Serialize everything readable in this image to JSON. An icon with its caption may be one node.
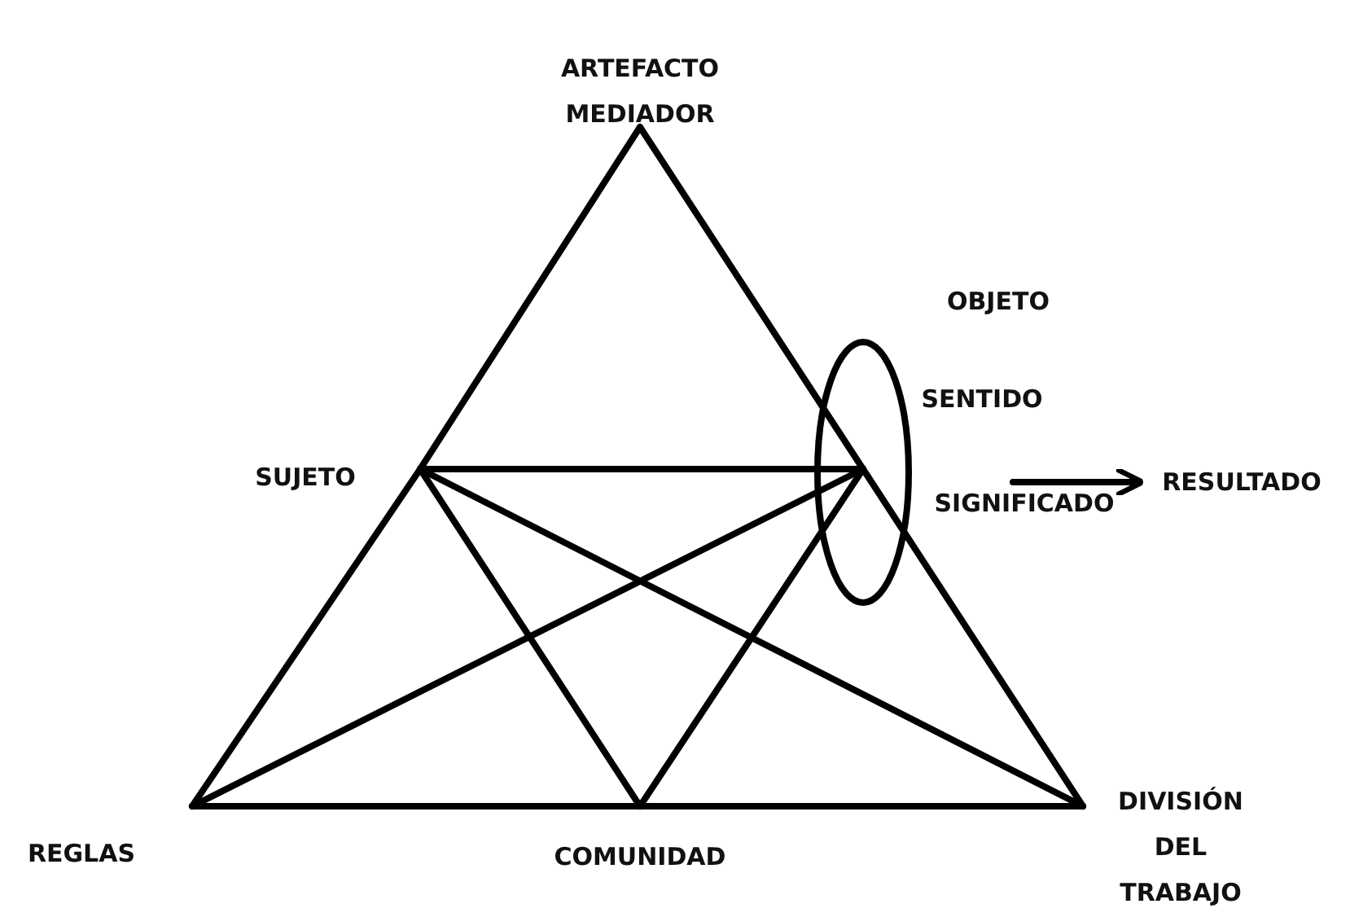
{
  "diagram": {
    "nodes": [
      {
        "text": [
          "ARTEFACTO MEDIADOR"
        ]
      },
      {
        "text": [
          "SUJETO"
        ]
      },
      {
        "text": [
          "OBJETO",
          "SENTIDO",
          "SIGNIFICADO"
        ]
      },
      {
        "text": [
          "RESULTADO"
        ]
      },
      {
        "text": [
          "REGLAS"
        ]
      },
      {
        "text": [
          "COMUNIDAD"
        ]
      },
      {
        "text": [
          "DIVISIÓN DEL TRABAJO"
        ]
      }
    ],
    "edges": [
      {
        "from": 0,
        "to": 1,
        "arrow": "none"
      },
      {
        "from": 1,
        "to": 4,
        "arrow": "none"
      },
      {
        "from": 0,
        "to": 2,
        "arrow": "none"
      },
      {
        "from": 2,
        "to": 6,
        "arrow": "none"
      },
      {
        "from": 4,
        "to": 5,
        "arrow": "none"
      },
      {
        "from": 5,
        "to": 6,
        "arrow": "none"
      },
      {
        "from": 1,
        "to": 2,
        "arrow": "none"
      },
      {
        "from": 1,
        "to": 5,
        "arrow": "none"
      },
      {
        "from": 1,
        "to": 6,
        "arrow": "none"
      },
      {
        "from": 4,
        "to": 2,
        "arrow": "none"
      },
      {
        "from": 5,
        "to": 2,
        "arrow": "none"
      },
      {
        "from": 2,
        "to": 3,
        "arrow": "to"
      }
    ]
  }
}
